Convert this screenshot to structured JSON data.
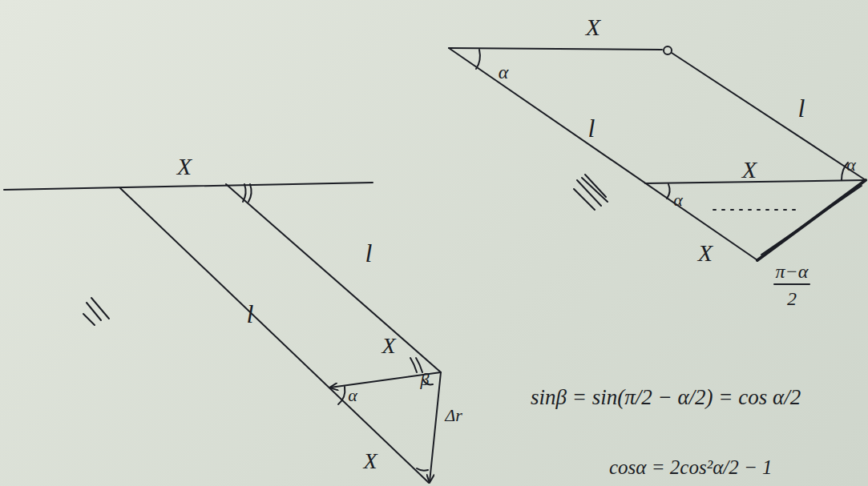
{
  "diagram": {
    "labels": [
      "X",
      "α",
      "l",
      "l",
      "X",
      "α",
      "α",
      "X",
      "π−α",
      "2",
      "X",
      "l",
      "l",
      "X",
      "α",
      "β",
      "Δr",
      "X",
      "sinβ = sin(π/2 − α/2) = cos α/2",
      "cosα = 2cos²α/2 − 1"
    ]
  }
}
